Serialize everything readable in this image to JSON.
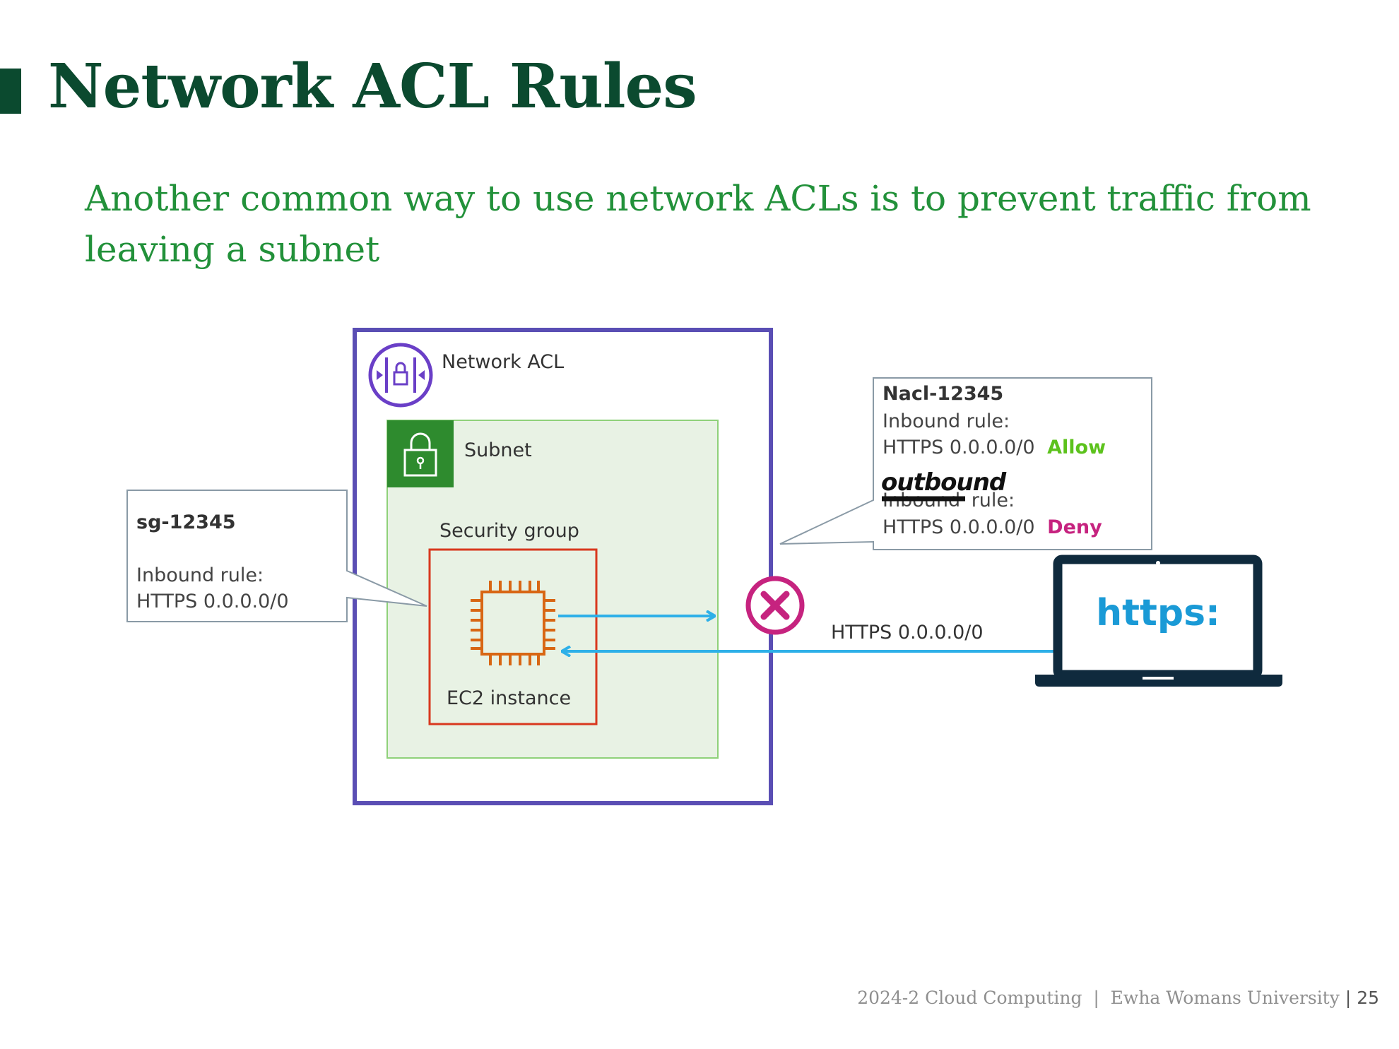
{
  "slide": {
    "title": "Network ACL Rules",
    "subtitle": "Another common way to use network ACLs is to prevent traffic from leaving a subnet"
  },
  "diagram": {
    "nacl_label": "Network ACL",
    "subnet_label": "Subnet",
    "sg_label": "Security group",
    "ec2_label": "EC2 instance",
    "sg_callout": {
      "id": "sg-12345",
      "rule_label": "Inbound rule:",
      "rule_value": "HTTPS 0.0.0.0/0"
    },
    "nacl_callout": {
      "id": "Nacl-12345",
      "inbound_label": "Inbound rule:",
      "inbound_value": "HTTPS 0.0.0.0/0",
      "inbound_action": "Allow",
      "struck_word": "Inbound",
      "handwritten_word": "outbound",
      "outbound_rule_suffix": "rule:",
      "outbound_value": "HTTPS 0.0.0.0/0",
      "outbound_action": "Deny"
    },
    "traffic_label": "HTTPS 0.0.0.0/0",
    "laptop_screen_text": "https:",
    "colors": {
      "nacl_border": "#5a4eb4",
      "subnet_fill": "#e8f2e4",
      "subnet_border": "#8fd17a",
      "subnet_icon": "#2e8b2e",
      "sg_border": "#d9381e",
      "ec2_chip": "#d86613",
      "arrow": "#2eb0e8",
      "deny": "#c6237f",
      "allow": "#5cc21c",
      "laptop": "#0f2a3d",
      "https_text": "#1a9ad6"
    }
  },
  "footer": {
    "text": "2024-2 Cloud Computing  |  Ewha Womans University",
    "page": "25"
  }
}
